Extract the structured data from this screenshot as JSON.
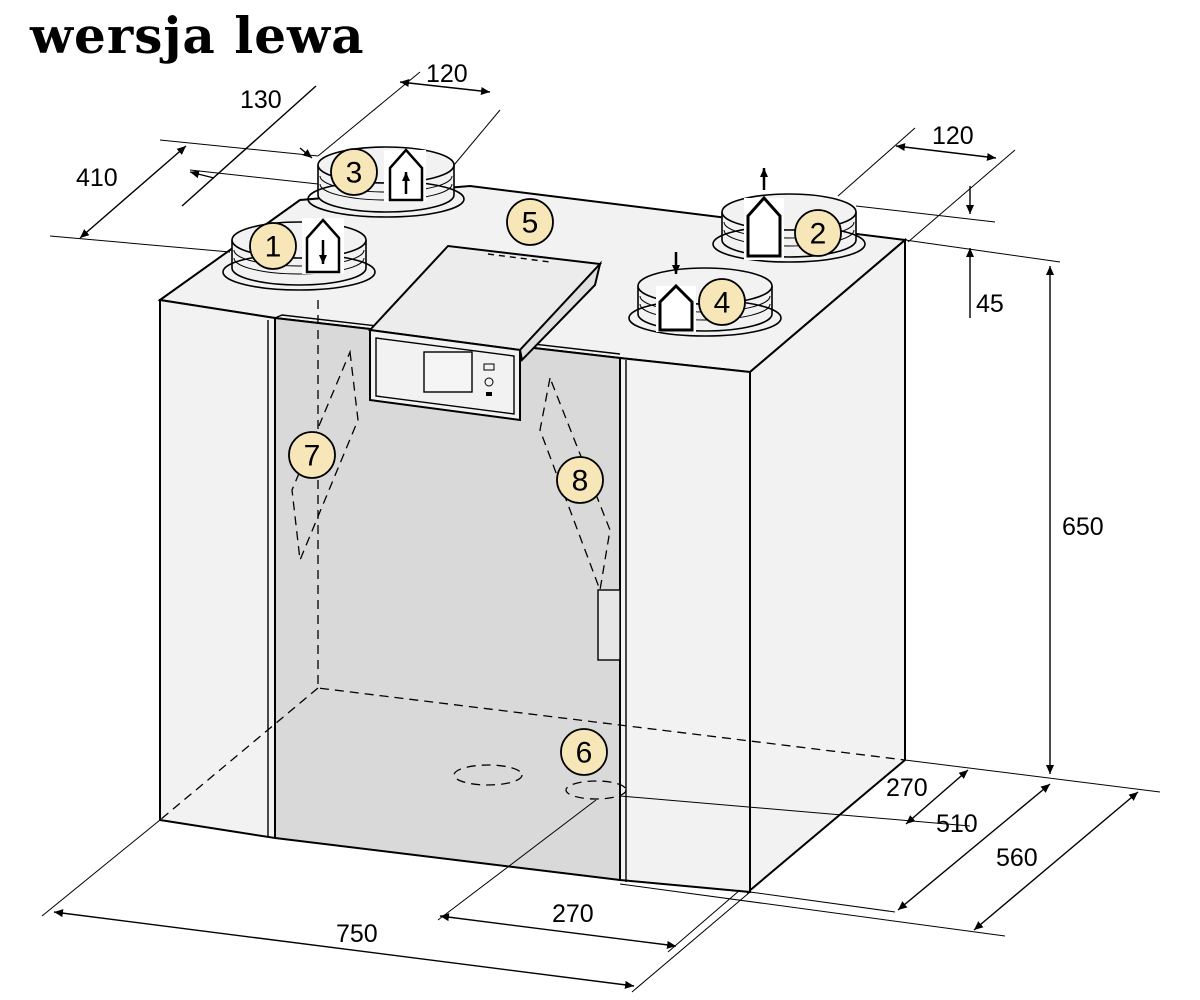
{
  "title": "wersja lewa",
  "dimensions": {
    "top_120_left": "120",
    "top_130": "130",
    "top_410": "410",
    "top_120_right": "120",
    "right_45": "45",
    "right_650": "650",
    "bottom_270_right": "270",
    "bottom_510": "510",
    "bottom_560": "560",
    "bottom_270": "270",
    "bottom_750": "750"
  },
  "badges": {
    "b1": "1",
    "b2": "2",
    "b3": "3",
    "b4": "4",
    "b5": "5",
    "b6": "6",
    "b7": "7",
    "b8": "8"
  },
  "colors": {
    "badge_fill": "#f7e6b8",
    "panel_front": "#d9d9d9",
    "housing": "#f2f2f2",
    "outline": "#000000"
  }
}
